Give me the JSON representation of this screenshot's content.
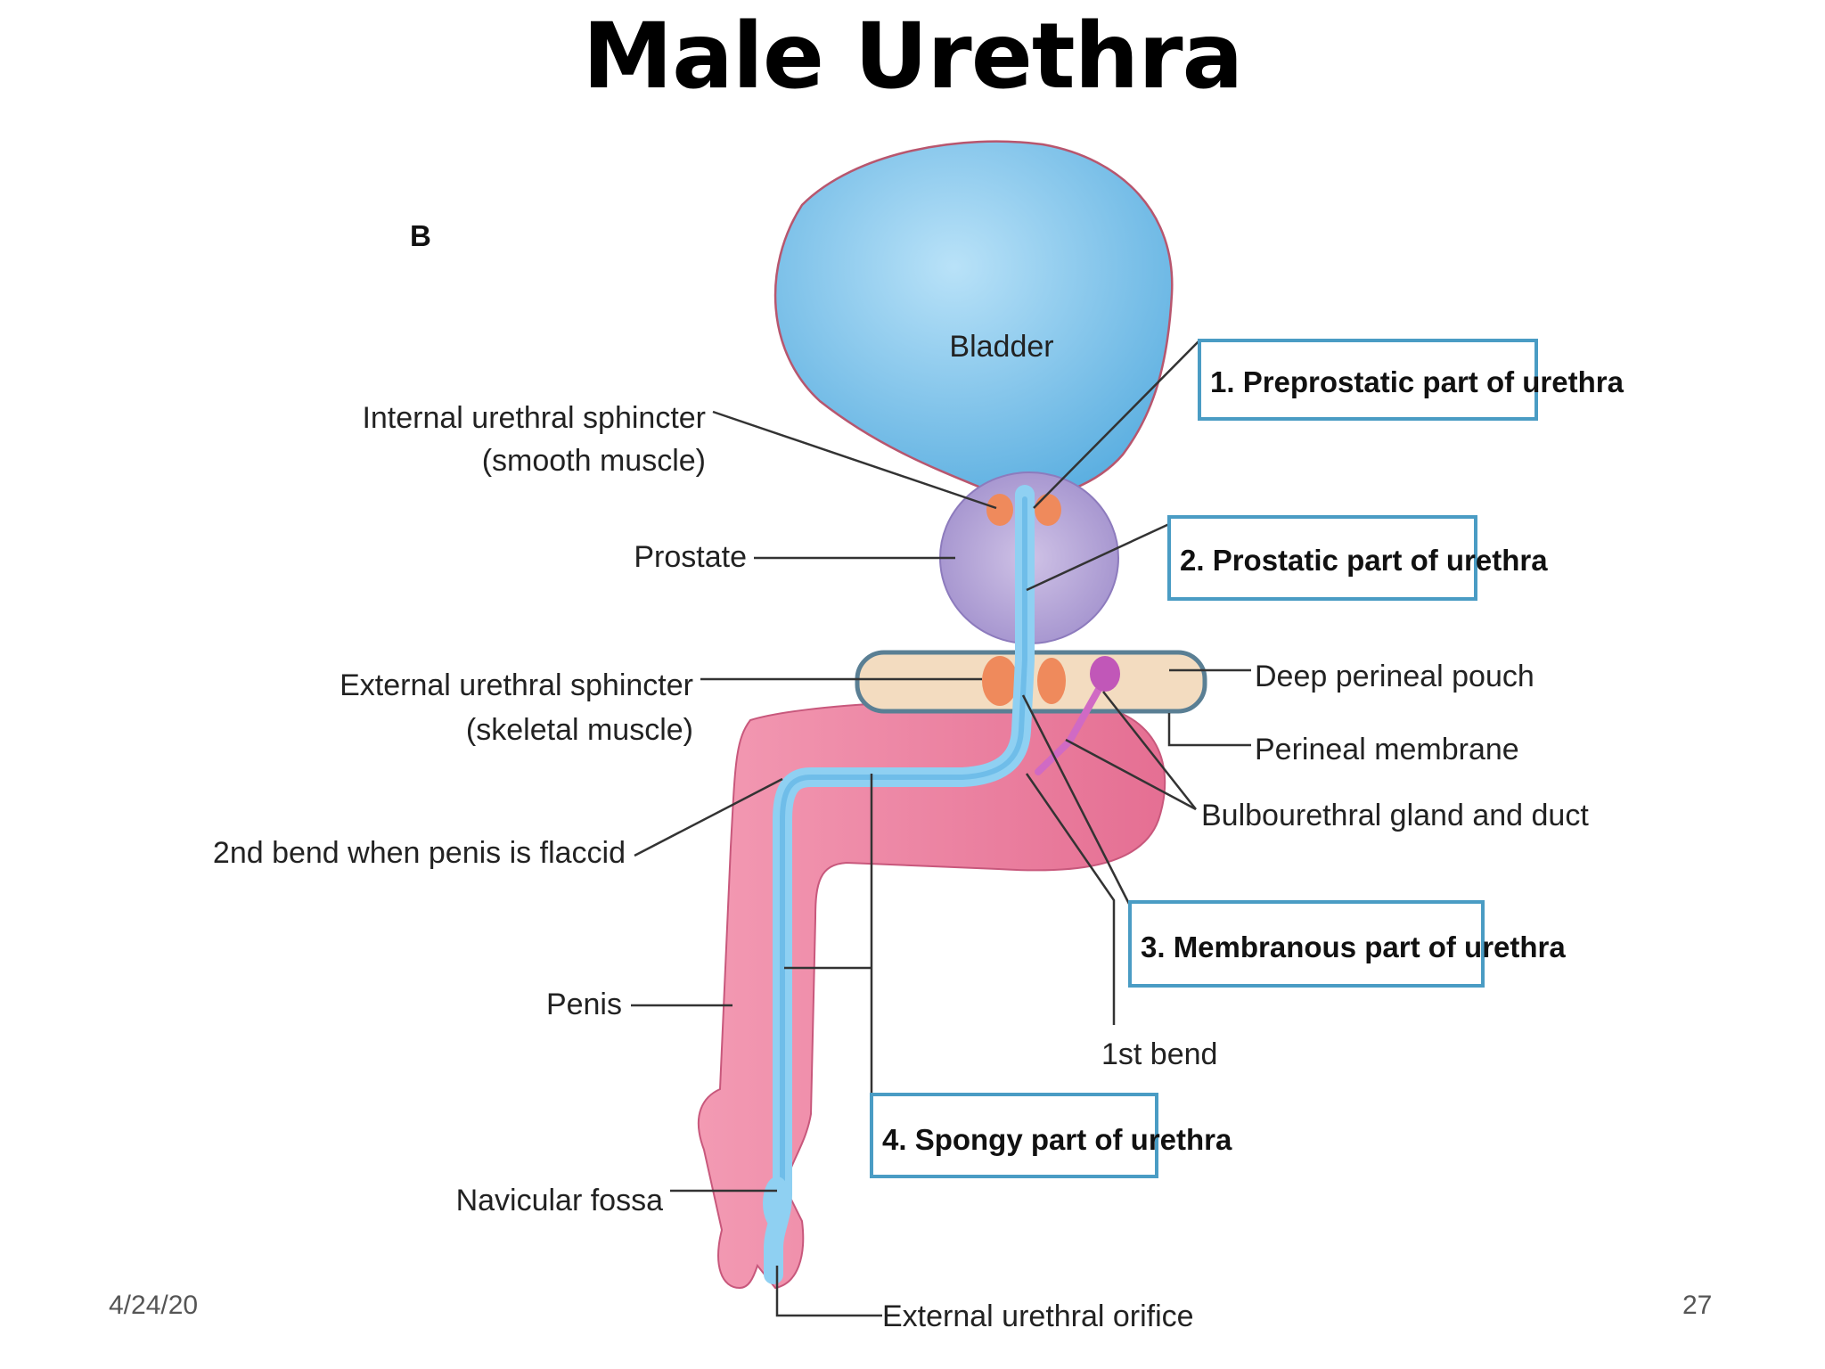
{
  "title": "Male Urethra",
  "figure_letter": "B",
  "labels": {
    "bladder": "Bladder",
    "internal_sphincter_1": "Internal urethral sphincter",
    "internal_sphincter_2": "(smooth muscle)",
    "prostate": "Prostate",
    "external_sphincter_1": "External urethral sphincter",
    "external_sphincter_2": "(skeletal muscle)",
    "second_bend": "2nd bend when penis is flaccid",
    "penis": "Penis",
    "navicular_fossa": "Navicular fossa",
    "external_orifice": "External urethral orifice",
    "deep_perineal_pouch": "Deep perineal pouch",
    "perineal_membrane": "Perineal membrane",
    "bulbourethral": "Bulbourethral gland and duct",
    "first_bend": "1st bend"
  },
  "parts": {
    "preprostatic": "1. Preprostatic part of urethra",
    "prostatic": "2. Prostatic part of urethra",
    "membranous": "3. Membranous part of urethra",
    "spongy": "4. Spongy part of urethra"
  },
  "footer": {
    "date": "4/24/20",
    "page": "27"
  },
  "colors": {
    "bladder": "#7ec3ec",
    "urethra": "#8fd0f2",
    "prostate": "#b7a5d6",
    "pouch": "#f3dcc0",
    "penis": "#ec8aa6",
    "sphincter": "#ef8a5c",
    "box_border": "#4a9cc4"
  }
}
